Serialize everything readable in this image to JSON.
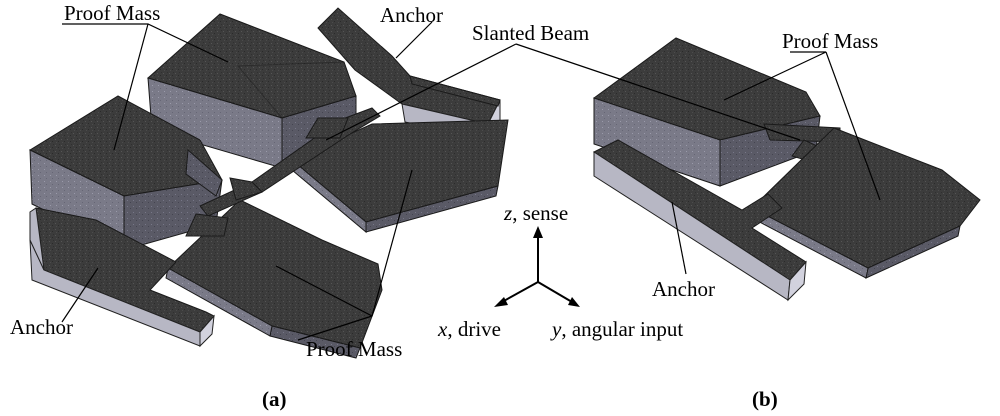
{
  "labels": {
    "proof_mass": "Proof Mass",
    "anchor": "Anchor",
    "slanted_beam": "Slanted Beam"
  },
  "axes": {
    "z_var": "z",
    "z_text": ", sense",
    "x_var": "x",
    "x_text": ", drive",
    "y_var": "y",
    "y_text": ", angular input"
  },
  "captions": {
    "a_open": "(",
    "a_letter": "a",
    "a_close": ")",
    "b_open": "(",
    "b_letter": "b",
    "b_close": ")"
  }
}
